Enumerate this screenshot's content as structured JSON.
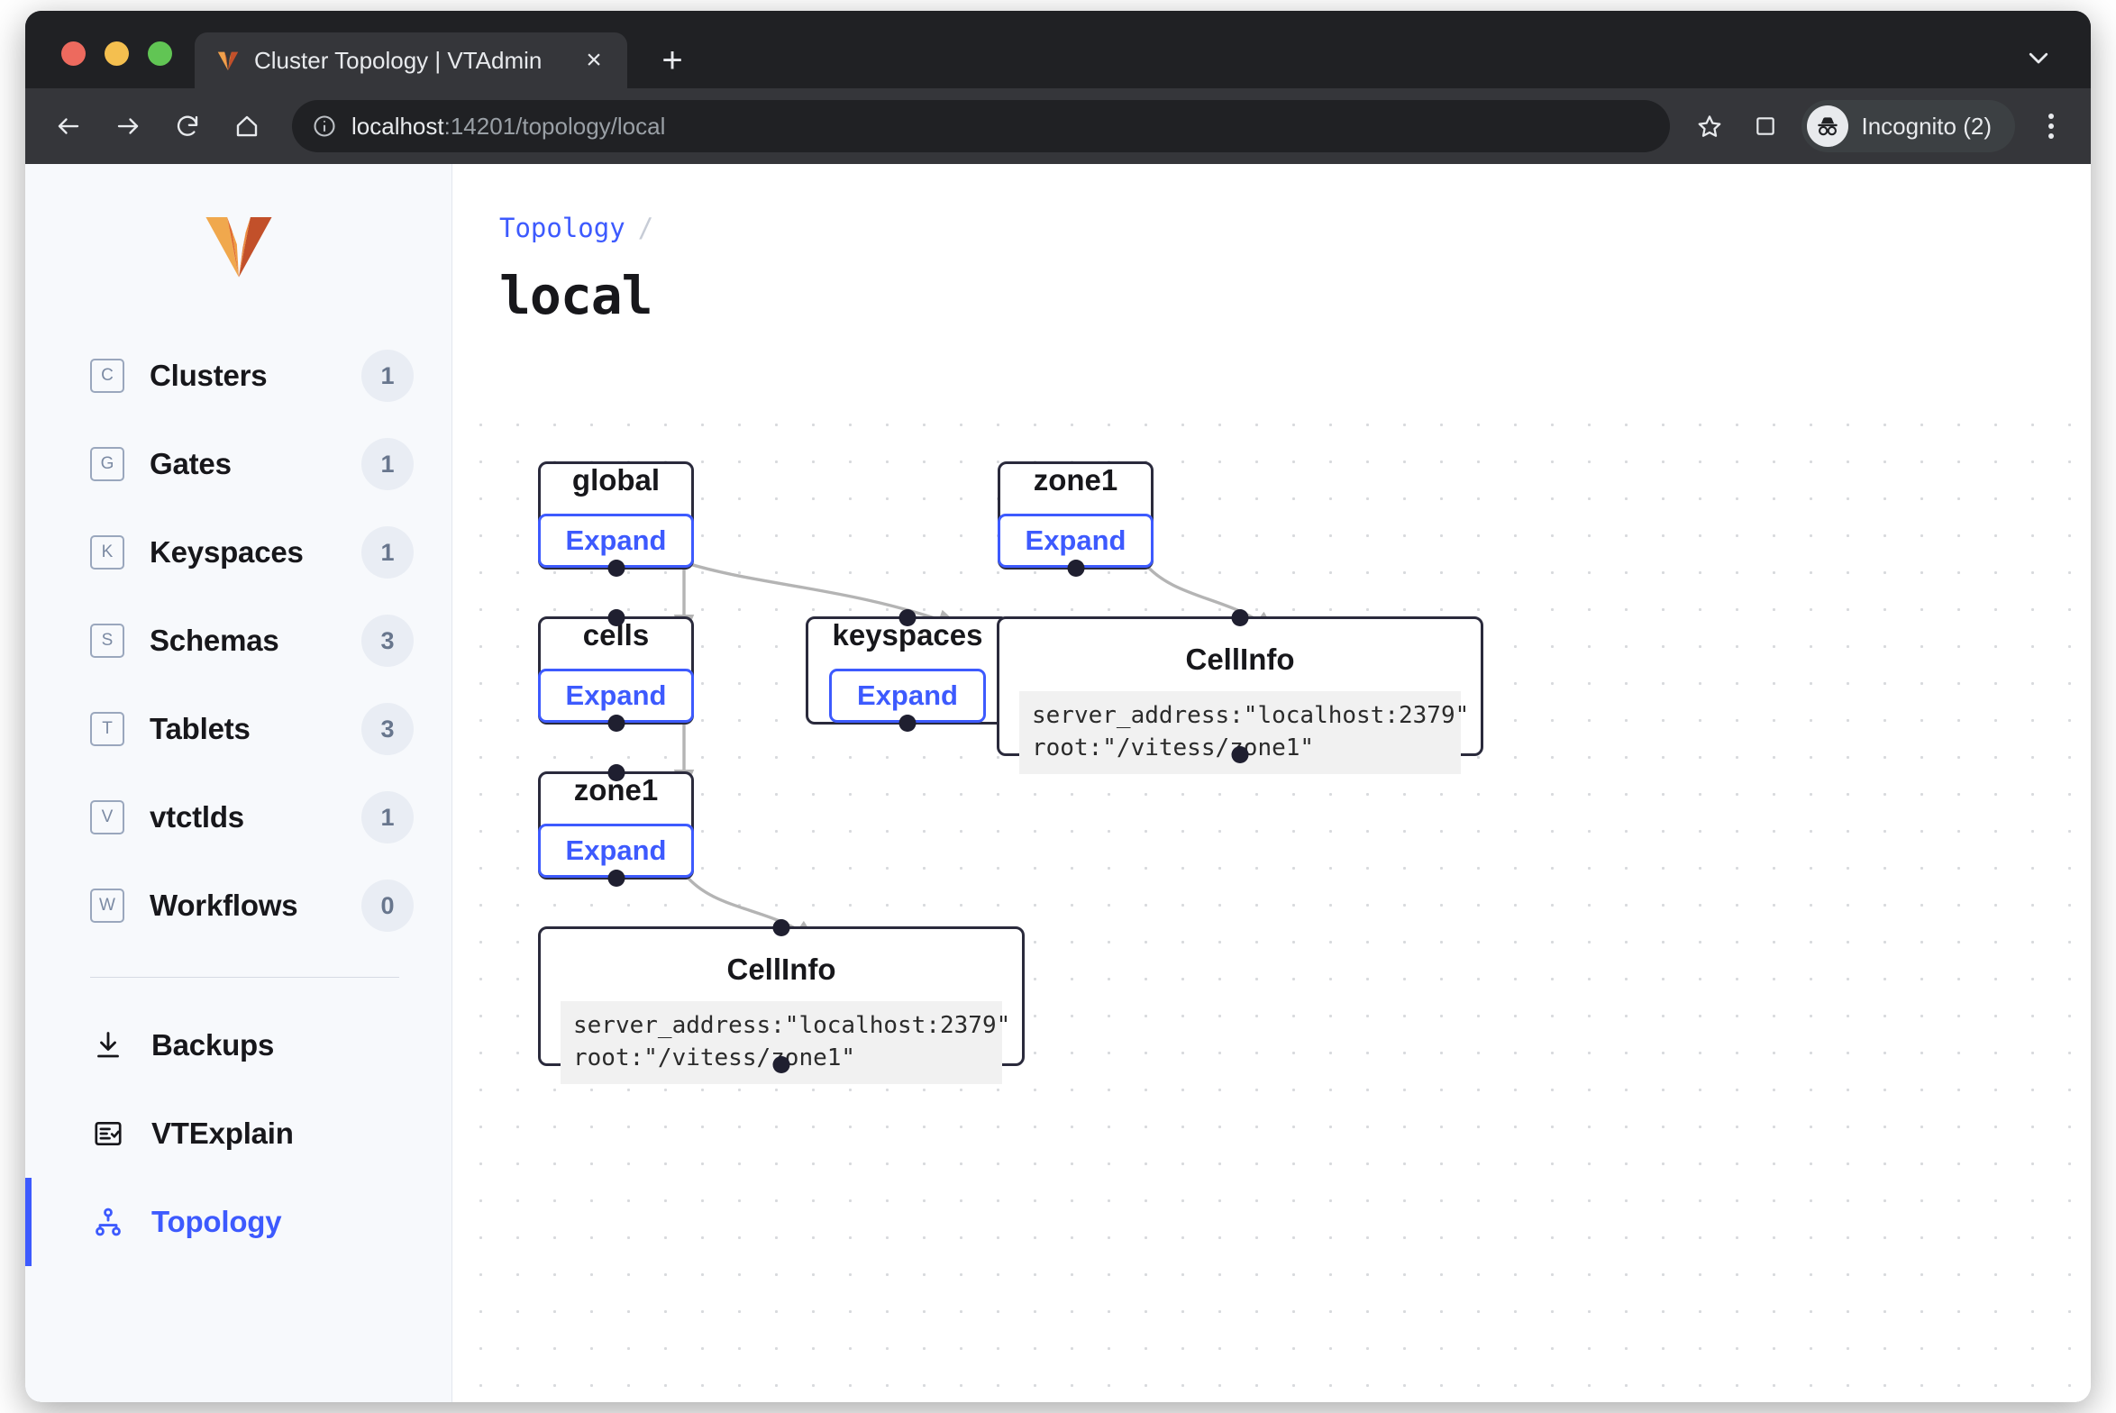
{
  "browser": {
    "tab": {
      "title": "Cluster Topology | VTAdmin",
      "favicon_name": "vitess-logo-icon",
      "close_label": "×"
    },
    "new_tab_label": "+",
    "tablist_chevron": "chevron-down-icon",
    "nav": {
      "back": "back-arrow-icon",
      "forward": "forward-arrow-icon",
      "reload": "reload-icon",
      "home": "home-icon"
    },
    "omnibox": {
      "info_icon": "site-info-icon",
      "url_host": "localhost",
      "url_rest": ":14201/topology/local",
      "full_url": "localhost:14201/topology/local"
    },
    "star_icon": "bookmark-star-icon",
    "sidepanel_icon": "side-panel-icon",
    "profile": {
      "label": "Incognito (2)",
      "avatar_name": "incognito-avatar-icon"
    },
    "menu_icon": "kebab-menu-icon"
  },
  "sidebar": {
    "logo_name": "vtadmin-logo",
    "items": [
      {
        "key": "clusters",
        "initial": "C",
        "label": "Clusters",
        "badge": "1"
      },
      {
        "key": "gates",
        "initial": "G",
        "label": "Gates",
        "badge": "1"
      },
      {
        "key": "keyspaces",
        "initial": "K",
        "label": "Keyspaces",
        "badge": "1"
      },
      {
        "key": "schemas",
        "initial": "S",
        "label": "Schemas",
        "badge": "3"
      },
      {
        "key": "tablets",
        "initial": "T",
        "label": "Tablets",
        "badge": "3"
      },
      {
        "key": "vtctlds",
        "initial": "V",
        "label": "vtctlds",
        "badge": "1"
      },
      {
        "key": "workflows",
        "initial": "W",
        "label": "Workflows",
        "badge": "0"
      }
    ],
    "lower_items": [
      {
        "key": "backups",
        "icon": "download-icon",
        "label": "Backups",
        "active": false
      },
      {
        "key": "vtexplain",
        "icon": "checklist-icon",
        "label": "VTExplain",
        "active": false
      },
      {
        "key": "topology",
        "icon": "sitemap-icon",
        "label": "Topology",
        "active": true
      }
    ]
  },
  "main": {
    "breadcrumb_root": "Topology",
    "breadcrumb_separator": "/",
    "page_title": "local"
  },
  "graph": {
    "expand_label": "Expand",
    "nodes": [
      {
        "id": "global",
        "type": "simple",
        "label": "global"
      },
      {
        "id": "zone1_right",
        "type": "simple",
        "label": "zone1"
      },
      {
        "id": "cells",
        "type": "simple",
        "label": "cells"
      },
      {
        "id": "keyspaces",
        "type": "simple",
        "label": "keyspaces"
      },
      {
        "id": "cellinfo_right",
        "type": "info",
        "label": "CellInfo",
        "kv": "server_address:\"localhost:2379\"\nroot:\"/vitess/zone1\""
      },
      {
        "id": "zone1_left",
        "type": "simple",
        "label": "zone1"
      },
      {
        "id": "cellinfo_bottom",
        "type": "info",
        "label": "CellInfo",
        "kv": "server_address:\"localhost:2379\"\nroot:\"/vitess/zone1\""
      }
    ]
  },
  "colors": {
    "accent_blue": "#3d5afe",
    "node_border": "#2a2a3c",
    "sidebar_bg": "#f7f9fc",
    "badge_bg": "#e9edf4",
    "edge_gray": "#b4b4b4",
    "logo_orange": "#e8833a"
  }
}
